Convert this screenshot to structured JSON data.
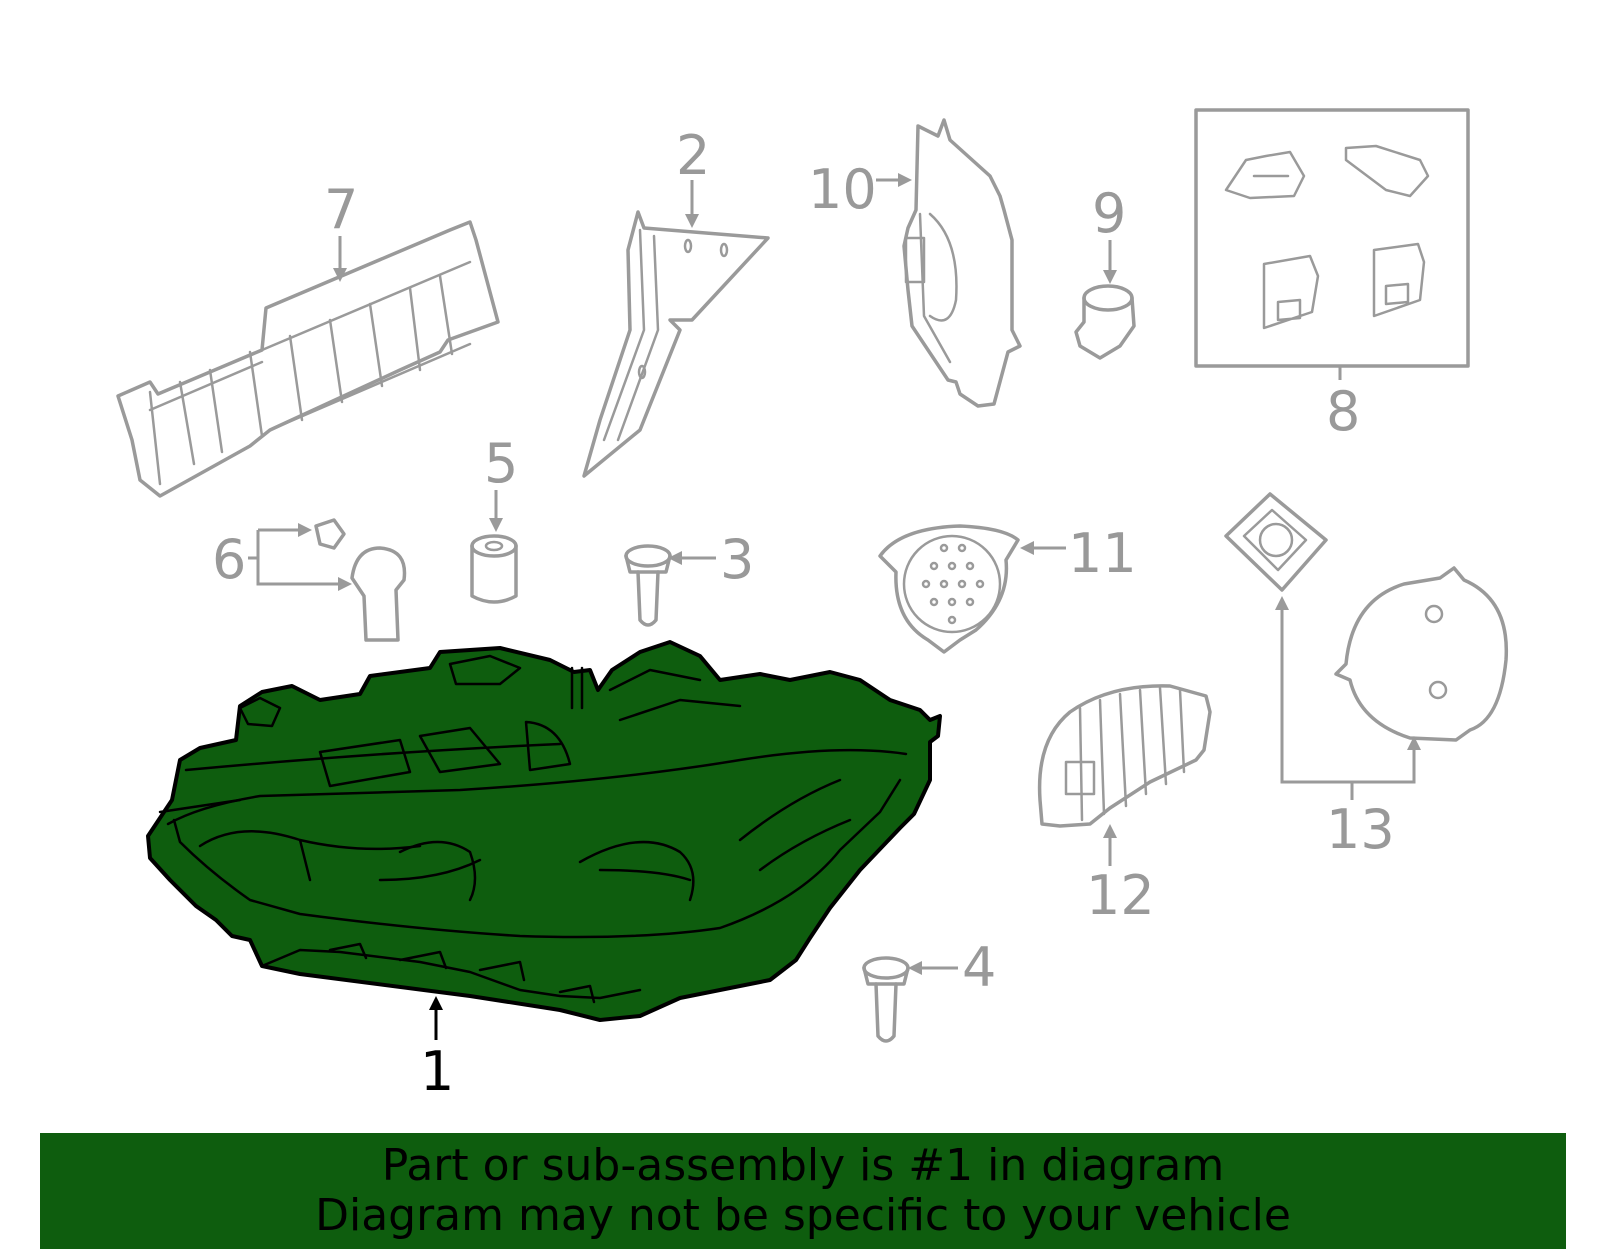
{
  "diagram": {
    "callouts": [
      {
        "id": "1",
        "label": "1",
        "highlighted": true
      },
      {
        "id": "2",
        "label": "2"
      },
      {
        "id": "3",
        "label": "3"
      },
      {
        "id": "4",
        "label": "4"
      },
      {
        "id": "5",
        "label": "5"
      },
      {
        "id": "6",
        "label": "6"
      },
      {
        "id": "7",
        "label": "7"
      },
      {
        "id": "8",
        "label": "8"
      },
      {
        "id": "9",
        "label": "9"
      },
      {
        "id": "10",
        "label": "10"
      },
      {
        "id": "11",
        "label": "11"
      },
      {
        "id": "12",
        "label": "12"
      },
      {
        "id": "13",
        "label": "13"
      }
    ],
    "colors": {
      "highlight_fill": "#0e5d0e",
      "part_stroke": "#9a9a9a",
      "callout_text": "#999999",
      "highlight_text": "#000000"
    }
  },
  "banner": {
    "line1": "Part or sub-assembly is #1 in diagram",
    "line2": "Diagram may not be specific to your vehicle"
  }
}
